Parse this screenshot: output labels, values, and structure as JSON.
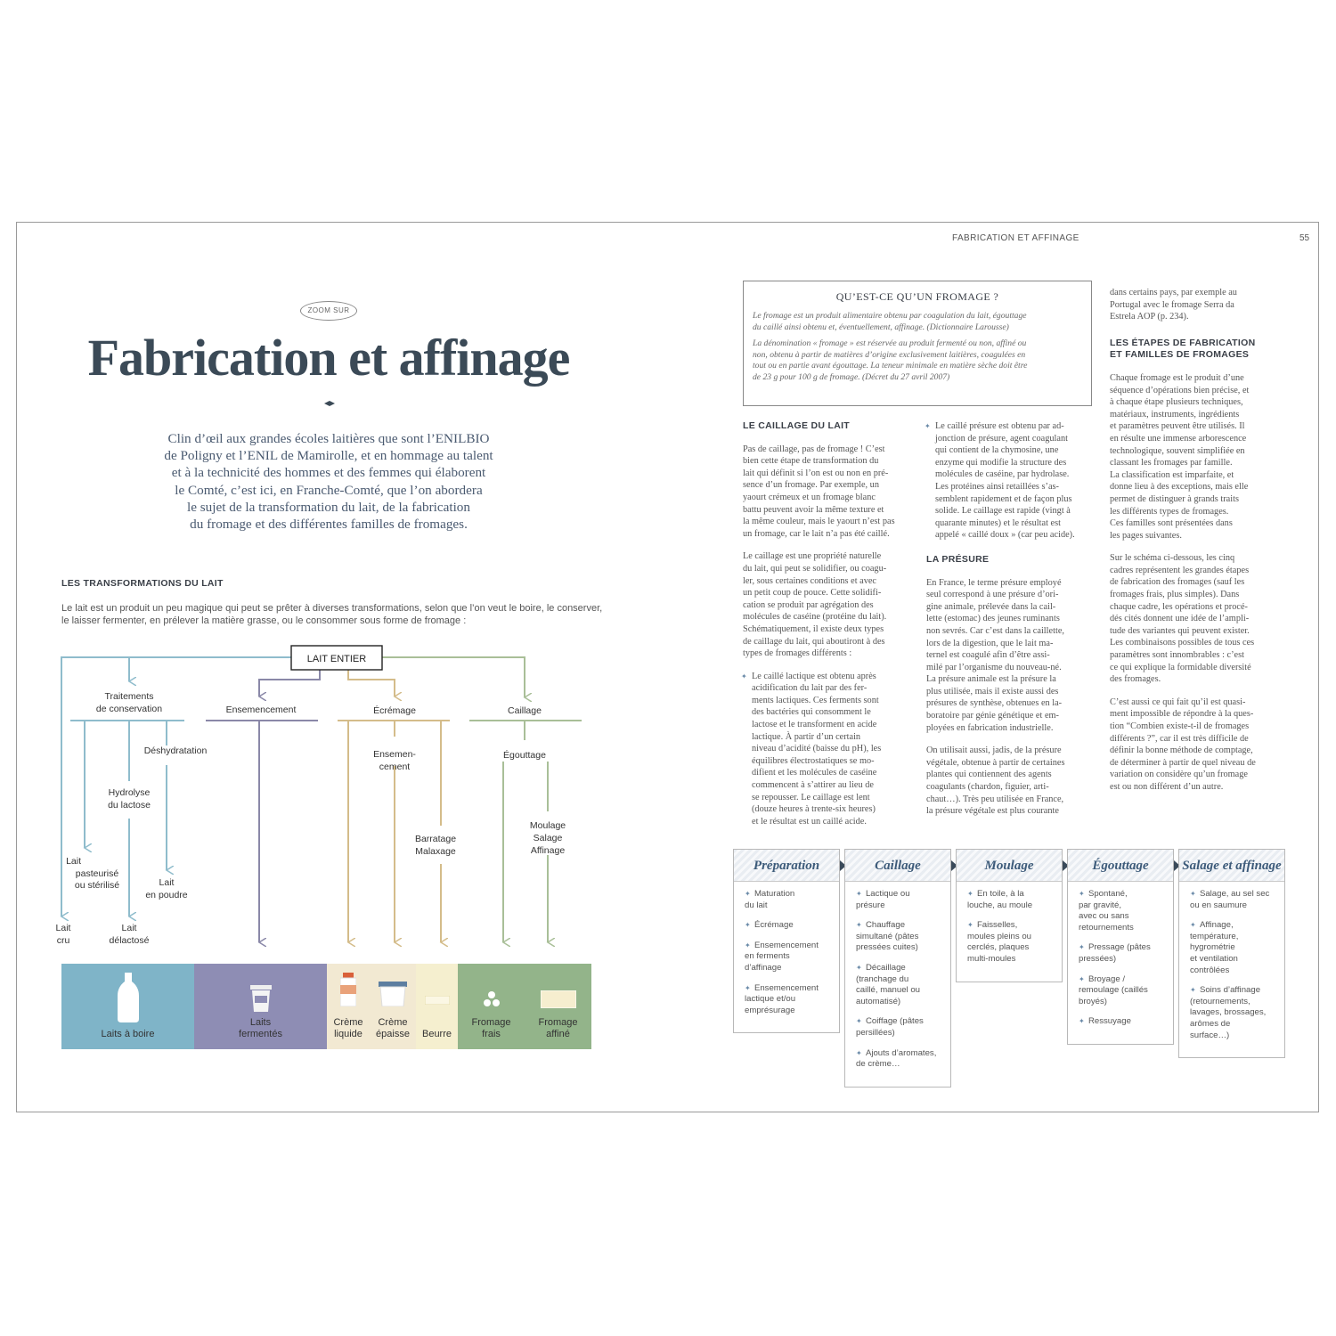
{
  "header": {
    "running_title": "FABRICATION ET AFFINAGE",
    "page_number": "55"
  },
  "left": {
    "badge": "ZOOM SUR",
    "title": "Fabrication et affinage",
    "intro_lines": [
      "Clin d’œil aux grandes écoles laitières que sont l’ENILBIO",
      "de Poligny et l’ENIL de Mamirolle, et en hommage au talent",
      "et à la technicité des hommes et des femmes qui élaborent",
      "le Comté, c’est ici, en Franche-Comté, que l’on abordera",
      "le sujet de la transformation du lait, de la fabrication",
      "du fromage et des différentes familles de fromages."
    ],
    "section_heading": "LES TRANSFORMATIONS DU LAIT",
    "section_text": "Le lait est un produit un peu magique qui peut se prêter à diverses transformations, selon que l’on veut le boire, le conserver, le laisser fermenter, en prélever la matière grasse, ou le consommer sous forme de fromage :"
  },
  "diagram": {
    "root": "LAIT ENTIER",
    "branches": {
      "traitements": [
        "Traitements",
        "de conservation"
      ],
      "ensemencement": "Ensemencement",
      "ecremage": "Écrémage",
      "caillage": "Caillage"
    },
    "steps": {
      "deshydratation": "Déshydratation",
      "hydrolyse": [
        "Hydrolyse",
        "du lactose"
      ],
      "pasteurise": [
        "Lait",
        "pasteurisé",
        "ou stérilisé"
      ],
      "en_poudre": [
        "Lait",
        "en poudre"
      ],
      "lait_cru": [
        "Lait",
        "cru"
      ],
      "delactose": [
        "Lait",
        "délactosé"
      ],
      "ensemen_cement": [
        "Ensemen-",
        "cement"
      ],
      "barratage": [
        "Barratage",
        "Malaxage"
      ],
      "egouttage": "Égouttage",
      "moulage": [
        "Moulage",
        "Salage",
        "Affinage"
      ]
    },
    "products": [
      {
        "lines": [
          "Laits à boire"
        ],
        "color": "#7fb4c8"
      },
      {
        "lines": [
          "Laits",
          "fermentés"
        ],
        "color": "#8e8db4"
      },
      {
        "lines": [
          "Crème",
          "liquide"
        ],
        "color": "#f2e9d2"
      },
      {
        "lines": [
          "Crème",
          "épaisse"
        ],
        "color": "#f2e9d2"
      },
      {
        "lines": [
          "Beurre"
        ],
        "color": "#f5efcf"
      },
      {
        "lines": [
          "Fromage",
          "frais"
        ],
        "color": "#93b48a"
      },
      {
        "lines": [
          "Fromage",
          "affiné"
        ],
        "color": "#93b48a"
      }
    ],
    "colors": {
      "blue": "#8fbccc",
      "purple": "#8a88a8",
      "tan": "#d4bc8a",
      "green": "#a9bf98"
    }
  },
  "right": {
    "box": {
      "title": "QU’EST-CE QU’UN FROMAGE ?",
      "p1_lines": [
        "Le fromage est un produit alimentaire obtenu par coagulation du lait, égouttage",
        "du caillé ainsi obtenu et, éventuellement, affinage. (Dictionnaire Larousse)"
      ],
      "p2_lines": [
        "La dénomination « fromage » est réservée au produit fermenté ou non, affiné ou",
        "non, obtenu à partir de matières d’origine exclusivement laitières, coagulées en",
        "tout ou en partie avant égouttage. La teneur minimale en matière sèche doit être",
        "de 23 g pour 100 g de fromage. (Décret du 27 avril 2007)"
      ]
    },
    "col1": {
      "heading": "LE CAILLAGE DU LAIT",
      "p1": [
        "Pas de caillage, pas de fromage ! C’est",
        "bien cette étape de transformation du",
        "lait qui définit si l’on est ou non en pré-",
        "sence d’un fromage. Par exemple, un",
        "yaourt crémeux et un fromage blanc",
        "battu peuvent avoir la même texture et",
        "la même couleur, mais le yaourt n’est pas",
        "un fromage, car le lait n’a pas été caillé."
      ],
      "p2": [
        "Le caillage est une propriété naturelle",
        "du lait, qui peut se solidifier, ou coagu-",
        "ler, sous certaines conditions et avec",
        "un petit coup de pouce. Cette solidifi-",
        "cation se produit par agrégation des",
        "molécules de caséine (protéine du lait).",
        "Schématiquement, il existe deux types",
        "de caillage du lait, qui aboutiront à des",
        "types de fromages différents :"
      ],
      "bullet": [
        "Le caillé lactique est obtenu après",
        "acidification du lait par des fer-",
        "ments lactiques. Ces ferments sont",
        "des bactéries qui consomment le",
        "lactose et le transforment en acide",
        "lactique. À partir d’un certain",
        "niveau d’acidité (baisse du pH), les",
        "équilibres électrostatiques se mo-",
        "difient et les molécules de caséine",
        "commencent à s’attirer au lieu de",
        "se repousser. Le caillage est lent",
        "(douze heures à trente-six heures)",
        "et le résultat est un caillé acide."
      ]
    },
    "col2": {
      "bullet": [
        "Le caillé présure est obtenu par ad-",
        "jonction de présure, agent coagulant",
        "qui contient de la chymosine, une",
        "enzyme qui modifie la structure des",
        "molécules de caséine, par hydrolase.",
        "Les protéines ainsi retaillées s’as-",
        "semblent rapidement et de façon plus",
        "solide. Le caillage est rapide (vingt à",
        "quarante minutes) et le résultat est",
        "appelé « caillé doux » (car peu acide)."
      ],
      "heading": "LA PRÉSURE",
      "p1": [
        "En France, le terme présure employé",
        "seul correspond à une présure d’ori-",
        "gine animale, prélevée dans la cail-",
        "lette (estomac) des jeunes ruminants",
        "non sevrés. Car c’est dans la caillette,",
        "lors de la digestion, que le lait ma-",
        "ternel est coagulé afin d’être assi-",
        "milé par l’organisme du nouveau-né.",
        "La présure animale est la présure la",
        "plus utilisée, mais il existe aussi des",
        "présures de synthèse, obtenues en la-",
        "boratoire par génie génétique et em-",
        "ployées en fabrication industrielle."
      ],
      "p2": [
        "On utilisait aussi, jadis, de la présure",
        "végétale, obtenue à partir de certaines",
        "plantes qui contiennent des agents",
        "coagulants (chardon, figuier, arti-",
        "chaut…). Très peu utilisée en France,",
        "la présure végétale est plus courante"
      ]
    },
    "col3": {
      "p0": [
        "dans certains pays, par exemple au",
        "Portugal avec le fromage Serra da",
        "Estrela AOP (p. 234)."
      ],
      "heading_lines": [
        "LES ÉTAPES DE FABRICATION",
        "ET FAMILLES DE FROMAGES"
      ],
      "p1": [
        "Chaque fromage est le produit d’une",
        "séquence d’opérations bien précise, et",
        "à chaque étape plusieurs techniques,",
        "matériaux, instruments, ingrédients",
        "et paramètres peuvent être utilisés. Il",
        "en résulte une immense arborescence",
        "technologique, souvent simplifiée en",
        "classant les fromages par famille.",
        "La classification est imparfaite, et",
        "donne lieu à des exceptions, mais elle",
        "permet de distinguer à grands traits",
        "les différents types de fromages.",
        "Ces familles sont présentées dans",
        "les pages suivantes."
      ],
      "p2": [
        "Sur le schéma ci-dessous, les cinq",
        "cadres représentent les grandes étapes",
        "de fabrication des fromages (sauf les",
        "fromages frais, plus simples). Dans",
        "chaque cadre, les opérations et procé-",
        "dés cités donnent une idée de l’ampli-",
        "tude des variantes qui peuvent exister.",
        "Les combinaisons possibles de tous ces",
        "paramètres sont innombrables : c’est",
        "ce qui explique la formidable diversité",
        "des fromages."
      ],
      "p3": [
        "C’est aussi ce qui fait qu’il est quasi-",
        "ment impossible de répondre à la ques-",
        "tion “Combien existe-t-il de fromages",
        "différents ?”, car il est très difficile de",
        "définir la bonne méthode de comptage,",
        "de déterminer à partir de quel niveau de",
        "variation on considère qu’un fromage",
        "est ou non différent d’un autre."
      ]
    },
    "steps": [
      {
        "title": "Préparation",
        "items": [
          [
            "Maturation",
            "du lait"
          ],
          [
            "Écrémage"
          ],
          [
            "Ensemencement",
            "en ferments",
            "d’affinage"
          ],
          [
            "Ensemencement",
            "lactique et/ou",
            "emprésurage"
          ]
        ]
      },
      {
        "title": "Caillage",
        "items": [
          [
            "Lactique ou",
            "présure"
          ],
          [
            "Chauffage",
            "simultané (pâtes",
            "pressées cuites)"
          ],
          [
            "Décaillage",
            "(tranchage du",
            "caillé, manuel ou",
            "automatisé)"
          ],
          [
            "Coiffage (pâtes",
            "persillées)"
          ],
          [
            "Ajouts d’aromates,",
            "de crème…"
          ]
        ]
      },
      {
        "title": "Moulage",
        "items": [
          [
            "En toile, à la",
            "louche, au moule"
          ],
          [
            "Faisselles,",
            "moules pleins ou",
            "cerclés, plaques",
            "multi-moules"
          ]
        ]
      },
      {
        "title": "Égouttage",
        "items": [
          [
            "Spontané,",
            "par gravité,",
            "avec ou sans",
            "retournements"
          ],
          [
            "Pressage (pâtes",
            "pressées)"
          ],
          [
            "Broyage /",
            "remoulage (caillés",
            "broyés)"
          ],
          [
            "Ressuyage"
          ]
        ]
      },
      {
        "title": "Salage et affinage",
        "items": [
          [
            "Salage, au sel sec",
            "ou en saumure"
          ],
          [
            "Affinage,",
            "température,",
            "hygrométrie",
            "et ventilation",
            "contrôlées"
          ],
          [
            "Soins d’affinage",
            "(retournements,",
            "lavages, brossages,",
            "arômes de",
            "surface…)"
          ]
        ]
      }
    ]
  }
}
